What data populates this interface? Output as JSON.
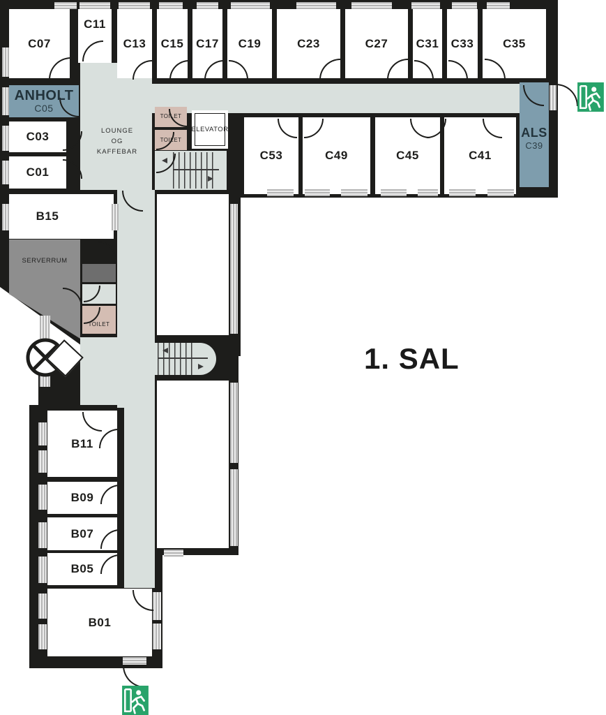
{
  "floor_title": "1. SAL",
  "rooms": {
    "c07": "C07",
    "c11": "C11",
    "c13": "C13",
    "c15": "C15",
    "c17": "C17",
    "c19": "C19",
    "c23": "C23",
    "c27": "C27",
    "c31": "C31",
    "c33": "C33",
    "c35": "C35",
    "c53": "C53",
    "c49": "C49",
    "c45": "C45",
    "c41": "C41",
    "c03": "C03",
    "c01": "C01",
    "b15": "B15",
    "b11": "B11",
    "b09": "B09",
    "b07": "B07",
    "b05": "B05",
    "b01": "B01"
  },
  "named_rooms": {
    "anholt": {
      "name": "ANHOLT",
      "number": "C05"
    },
    "als": {
      "name": "ALS",
      "number": "C39"
    }
  },
  "labels": {
    "toilet": "TOILET",
    "elevator": "ELEVATOR",
    "serverrum": "SERVERRUM",
    "lounge_line1": "LOUNGE",
    "lounge_line2": "OG",
    "lounge_line3": "KAFFEBAR"
  },
  "icons": {
    "exit_right": "exit-running-man-sign",
    "exit_bottom": "exit-running-man-sign",
    "revolving_door": "revolving-door"
  },
  "colors": {
    "wall": "#1d1d1b",
    "corridor": "#d9e0dd",
    "highlight_room": "#7e9dad",
    "toilet_room": "#d4bdb3",
    "server_room": "#8e8e8e",
    "dark_room": "#6e6e6e",
    "exit_green": "#28a36a"
  }
}
